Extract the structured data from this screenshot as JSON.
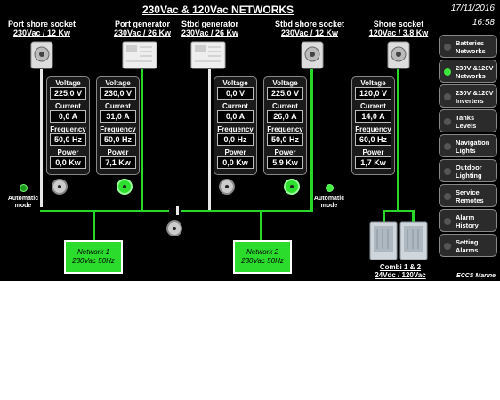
{
  "title": "230Vac & 120Vac NETWORKS",
  "date": "17/11/2016",
  "time": "16:58",
  "footer_brand": "ECCS Marine",
  "sources": [
    {
      "name": "Port shore socket",
      "rating": "230Vac / 12 Kw"
    },
    {
      "name": "Port generator",
      "rating": "230Vac / 26 Kw"
    },
    {
      "name": "Stbd generator",
      "rating": "230Vac / 26 Kw"
    },
    {
      "name": "Stbd shore socket",
      "rating": "230Vac / 12 Kw"
    },
    {
      "name": "Shore socket",
      "rating": "120Vac / 3.8 Kw"
    }
  ],
  "panel_labels": {
    "voltage": "Voltage",
    "current": "Current",
    "frequency": "Frequency",
    "power": "Power"
  },
  "panels": [
    {
      "voltage": "225,0 V",
      "current": "0,0 A",
      "frequency": "50,0 Hz",
      "power": "0,0 Kw"
    },
    {
      "voltage": "230,0 V",
      "current": "31,0 A",
      "frequency": "50,0 Hz",
      "power": "7,1 Kw"
    },
    {
      "voltage": "0,0 V",
      "current": "0,0 A",
      "frequency": "0,0 Hz",
      "power": "0,0 Kw"
    },
    {
      "voltage": "225,0 V",
      "current": "26,0 A",
      "frequency": "50,0 Hz",
      "power": "5,9 Kw"
    },
    {
      "voltage": "120,0 V",
      "current": "14,0 A",
      "frequency": "60,0 Hz",
      "power": "1,7 Kw"
    }
  ],
  "automatic_mode_label": "Automatic mode",
  "networks": [
    {
      "name": "Network 1",
      "spec": "230Vac 50Hz"
    },
    {
      "name": "Network 2",
      "spec": "230Vac 50Hz"
    }
  ],
  "combi": {
    "line1": "Combi 1 & 2",
    "line2": "24Vdc / 120Vac"
  },
  "menu": [
    {
      "line1": "Batteries",
      "line2": "Networks",
      "active": false
    },
    {
      "line1": "230V &120V",
      "line2": "Networks",
      "active": true
    },
    {
      "line1": "230V &120V",
      "line2": "Inverters",
      "active": false
    },
    {
      "line1": "Tanks",
      "line2": "Levels",
      "active": false
    },
    {
      "line1": "Navigation",
      "line2": "Lights",
      "active": false
    },
    {
      "line1": "Outdoor",
      "line2": "Lighting",
      "active": false
    },
    {
      "line1": "Service",
      "line2": "Remotes",
      "active": false
    },
    {
      "line1": "Alarm",
      "line2": "History",
      "active": false
    },
    {
      "line1": "Setting",
      "line2": "Alarms",
      "active": false
    }
  ],
  "colors": {
    "live": "#28d828",
    "idle": "#e8e8e8",
    "background": "#000000"
  }
}
